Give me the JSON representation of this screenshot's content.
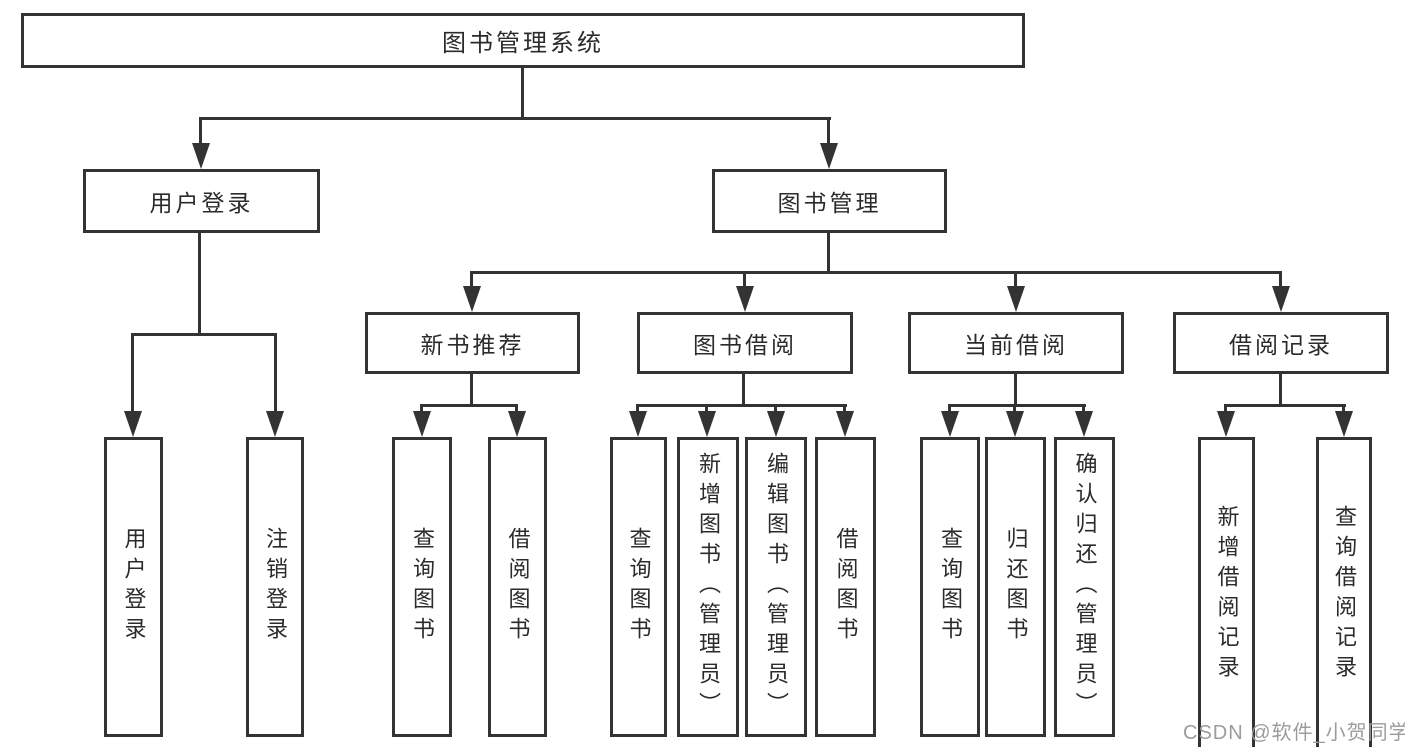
{
  "diagram_title": "图书管理系统",
  "nodes": {
    "root": {
      "label": "图书管理系统"
    },
    "level2": [
      {
        "label": "用户登录"
      },
      {
        "label": "图书管理"
      }
    ],
    "level3": [
      {
        "label": "新书推荐",
        "parent": "图书管理"
      },
      {
        "label": "图书借阅",
        "parent": "图书管理"
      },
      {
        "label": "当前借阅",
        "parent": "图书管理"
      },
      {
        "label": "借阅记录",
        "parent": "图书管理"
      }
    ],
    "leaves": [
      {
        "label": "用户登录",
        "parent": "用户登录"
      },
      {
        "label": "注销登录",
        "parent": "用户登录"
      },
      {
        "label": "查询图书",
        "parent": "新书推荐"
      },
      {
        "label": "借阅图书",
        "parent": "新书推荐"
      },
      {
        "label": "查询图书",
        "parent": "图书借阅"
      },
      {
        "label": "新增图书（管理员）",
        "parent": "图书借阅"
      },
      {
        "label": "编辑图书（管理员）",
        "parent": "图书借阅"
      },
      {
        "label": "借阅图书",
        "parent": "图书借阅"
      },
      {
        "label": "查询图书",
        "parent": "当前借阅"
      },
      {
        "label": "归还图书",
        "parent": "当前借阅"
      },
      {
        "label": "确认归还（管理员）",
        "parent": "当前借阅"
      },
      {
        "label": "新增借阅记录",
        "parent": "借阅记录"
      },
      {
        "label": "查询借阅记录",
        "parent": "借阅记录"
      }
    ]
  },
  "watermark": {
    "text": "CSDN @软件_小贺同学",
    "color": "#9c9c9c"
  },
  "colors": {
    "line": "#333333",
    "box_border": "#333333",
    "text": "#2b2b2b",
    "background": "#ffffff"
  }
}
